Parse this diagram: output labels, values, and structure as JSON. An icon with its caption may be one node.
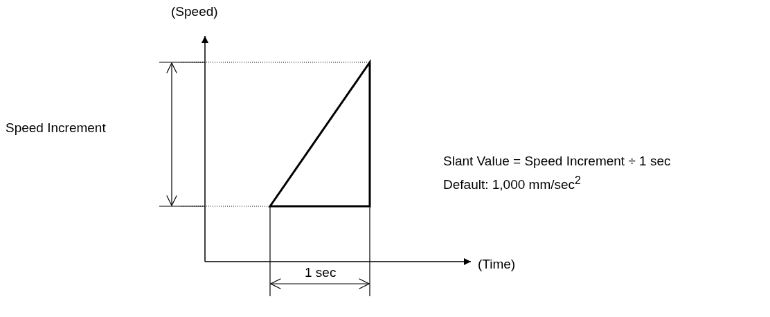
{
  "diagram": {
    "labels": [
      "(Speed)",
      "Speed Increment",
      "Slant Value = Speed Increment ÷ 1 sec",
      "Default: 1,000 mm/sec$^{2}$",
      "(Time)",
      "1 sec"
    ]
  }
}
